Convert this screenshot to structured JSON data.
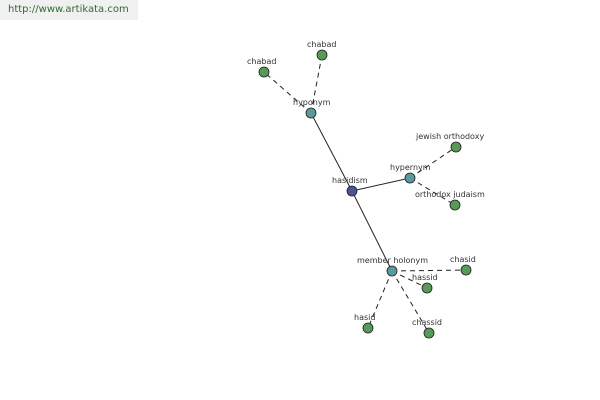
{
  "source": {
    "url": "http://www.artikata.com"
  },
  "colors": {
    "root_node": "#4b5590",
    "relation_node": "#5a9a9a",
    "leaf_node": "#5a9a58",
    "edge": "#222222",
    "banner_text": "#2f6b2f"
  },
  "graph": {
    "nodes": [
      {
        "id": "hasidism",
        "label": "hasidism",
        "kind": "root"
      },
      {
        "id": "hyponym",
        "label": "hyponym",
        "kind": "relation"
      },
      {
        "id": "hypernym",
        "label": "hypernym",
        "kind": "relation"
      },
      {
        "id": "member-holonym",
        "label": "member holonym",
        "kind": "relation"
      },
      {
        "id": "chabad-1",
        "label": "chabad",
        "kind": "leaf"
      },
      {
        "id": "chabad-2",
        "label": "chabad",
        "kind": "leaf"
      },
      {
        "id": "jewish-orthodoxy",
        "label": "jewish orthodoxy",
        "kind": "leaf"
      },
      {
        "id": "orthodox-judaism",
        "label": "orthodox judaism",
        "kind": "leaf"
      },
      {
        "id": "chasid",
        "label": "chasid",
        "kind": "leaf"
      },
      {
        "id": "hassid",
        "label": "hassid",
        "kind": "leaf"
      },
      {
        "id": "hasid",
        "label": "hasid",
        "kind": "leaf"
      },
      {
        "id": "chassid",
        "label": "chassid",
        "kind": "leaf"
      }
    ],
    "edges": [
      {
        "from": "hasidism",
        "to": "hyponym",
        "style": "solid"
      },
      {
        "from": "hasidism",
        "to": "hypernym",
        "style": "solid"
      },
      {
        "from": "hasidism",
        "to": "member-holonym",
        "style": "solid"
      },
      {
        "from": "hyponym",
        "to": "chabad-1",
        "style": "dashed"
      },
      {
        "from": "hyponym",
        "to": "chabad-2",
        "style": "dashed"
      },
      {
        "from": "hypernym",
        "to": "jewish-orthodoxy",
        "style": "dashed"
      },
      {
        "from": "hypernym",
        "to": "orthodox-judaism",
        "style": "dashed"
      },
      {
        "from": "member-holonym",
        "to": "chasid",
        "style": "dashed"
      },
      {
        "from": "member-holonym",
        "to": "hassid",
        "style": "dashed"
      },
      {
        "from": "member-holonym",
        "to": "hasid",
        "style": "dashed"
      },
      {
        "from": "member-holonym",
        "to": "chassid",
        "style": "dashed"
      }
    ]
  }
}
